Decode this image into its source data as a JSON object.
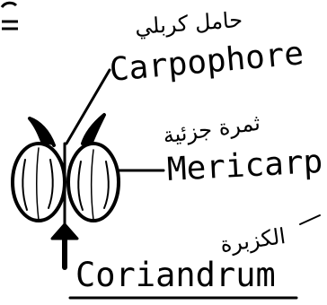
{
  "labels": {
    "carpophore_ar": "حامل كربلي",
    "carpophore_en": "Carpophore",
    "mericarp_ar": "ثمرة جزئية",
    "mericarp_en": "Mericarp",
    "genus_ar": "الكزبرة",
    "genus_en": "Coriandrum"
  },
  "colors": {
    "ink": "#000000",
    "background": "#ffffff"
  }
}
